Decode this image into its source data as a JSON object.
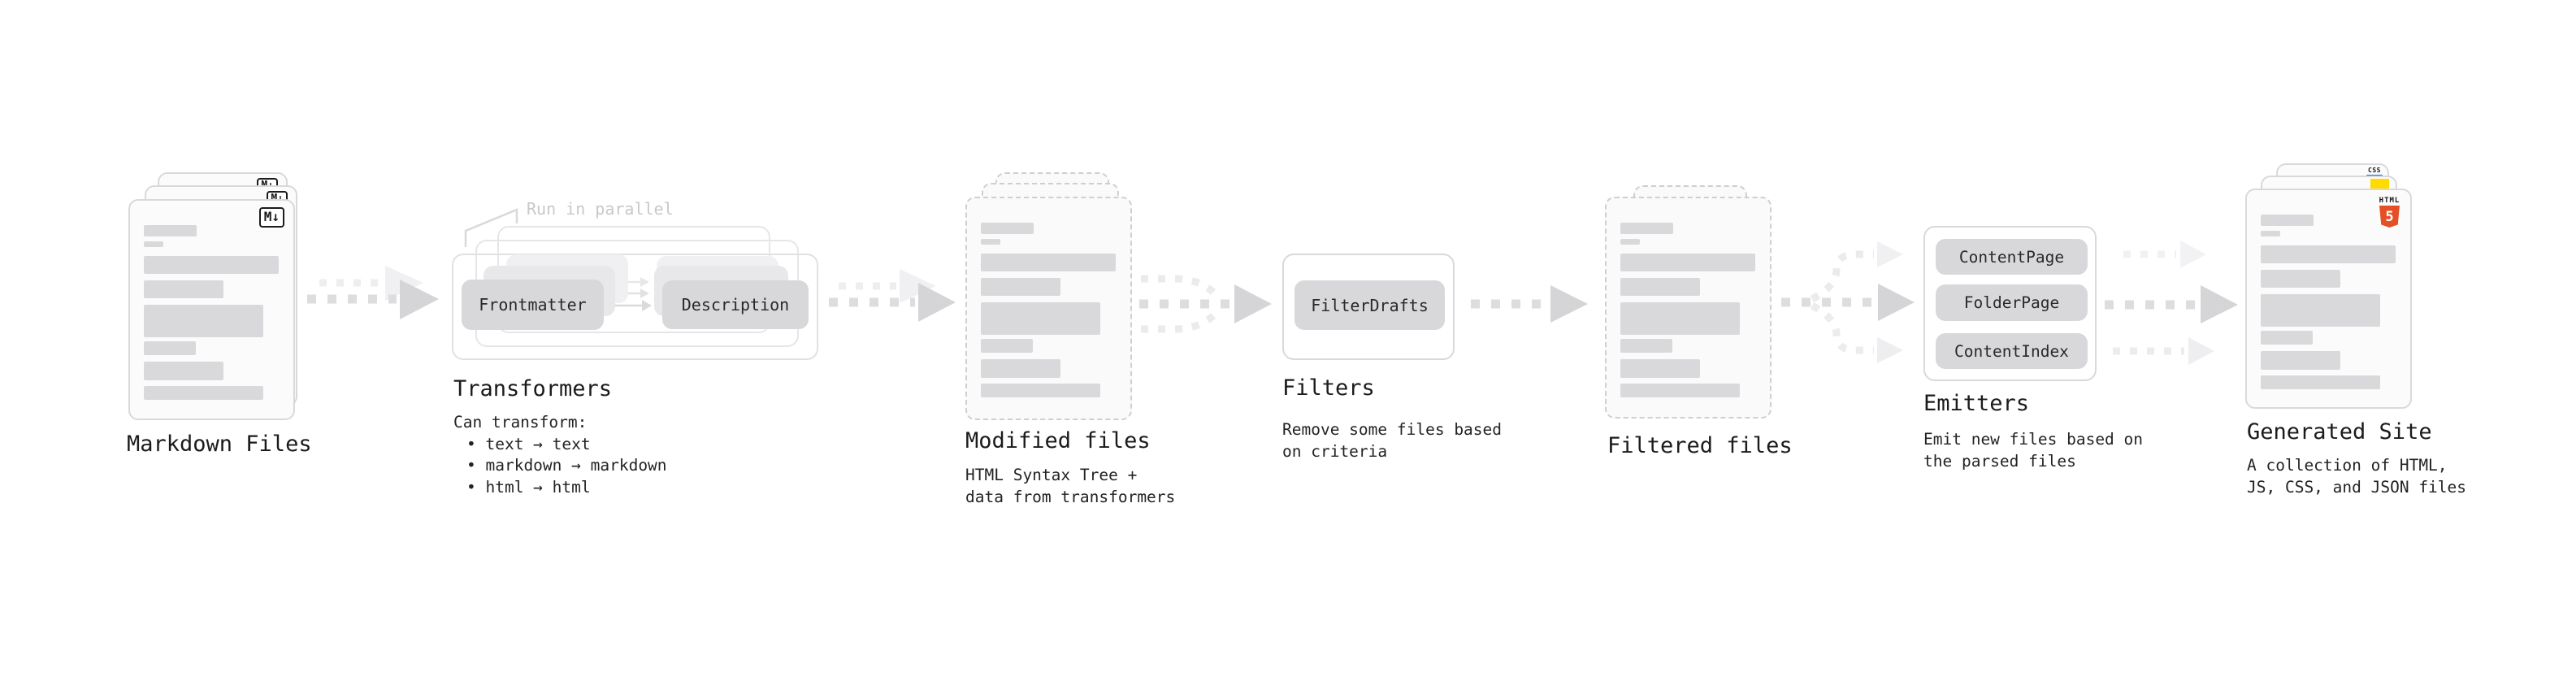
{
  "stages": {
    "markdown_files": {
      "title": "Markdown Files",
      "badge": "M↓"
    },
    "transformers": {
      "note": "Run in parallel",
      "source_pill": "Frontmatter",
      "target_pill": "Description",
      "title": "Transformers",
      "desc_heading": "Can transform:",
      "items": [
        "• text → text",
        "• markdown → markdown",
        "• html → html"
      ]
    },
    "modified_files": {
      "title": "Modified files",
      "desc": [
        "HTML Syntax Tree +",
        "data from transformers"
      ]
    },
    "filters": {
      "pill": "FilterDrafts",
      "title": "Filters",
      "desc": [
        "Remove some files based",
        "on criteria"
      ]
    },
    "filtered_files": {
      "title": "Filtered files"
    },
    "emitters": {
      "pills": [
        "ContentPage",
        "FolderPage",
        "ContentIndex"
      ],
      "title": "Emitters",
      "desc": [
        "Emit new files based on",
        "the parsed files"
      ]
    },
    "generated_site": {
      "title": "Generated Site",
      "desc": [
        "A collection of HTML,",
        "JS, CSS, and JSON files"
      ],
      "badges": {
        "css_label": "CSS",
        "html_label": "HTML",
        "html_number": "5"
      }
    }
  },
  "colors": {
    "html5_orange": "#e44f26",
    "js_yellow": "#ffdb00",
    "css_blue": "#2560e0",
    "arrow_gray": "#d5d5d8",
    "note_gray": "#c8c8cc"
  }
}
